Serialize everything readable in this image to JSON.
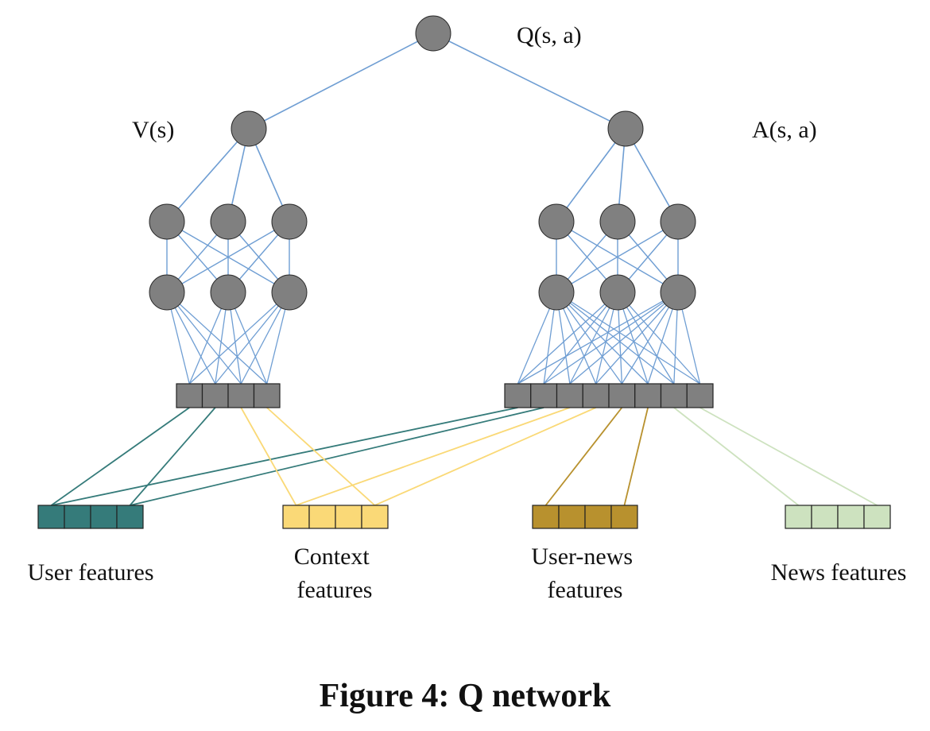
{
  "diagram": {
    "output_label": "Q(s, a)",
    "value_label": "V(s)",
    "advantage_label": "A(s, a)",
    "groups": [
      {
        "label": "User features",
        "color": "#357b7a"
      },
      {
        "label": "Context\nfeatures",
        "color": "#fad977"
      },
      {
        "label": "User-news\nfeatures",
        "color": "#b8912e"
      },
      {
        "label": "News features",
        "color": "#cde2bf"
      }
    ],
    "neuron_color": "#808080",
    "edge_color": "#6f9ed3",
    "caption": "Figure 4: Q network"
  }
}
